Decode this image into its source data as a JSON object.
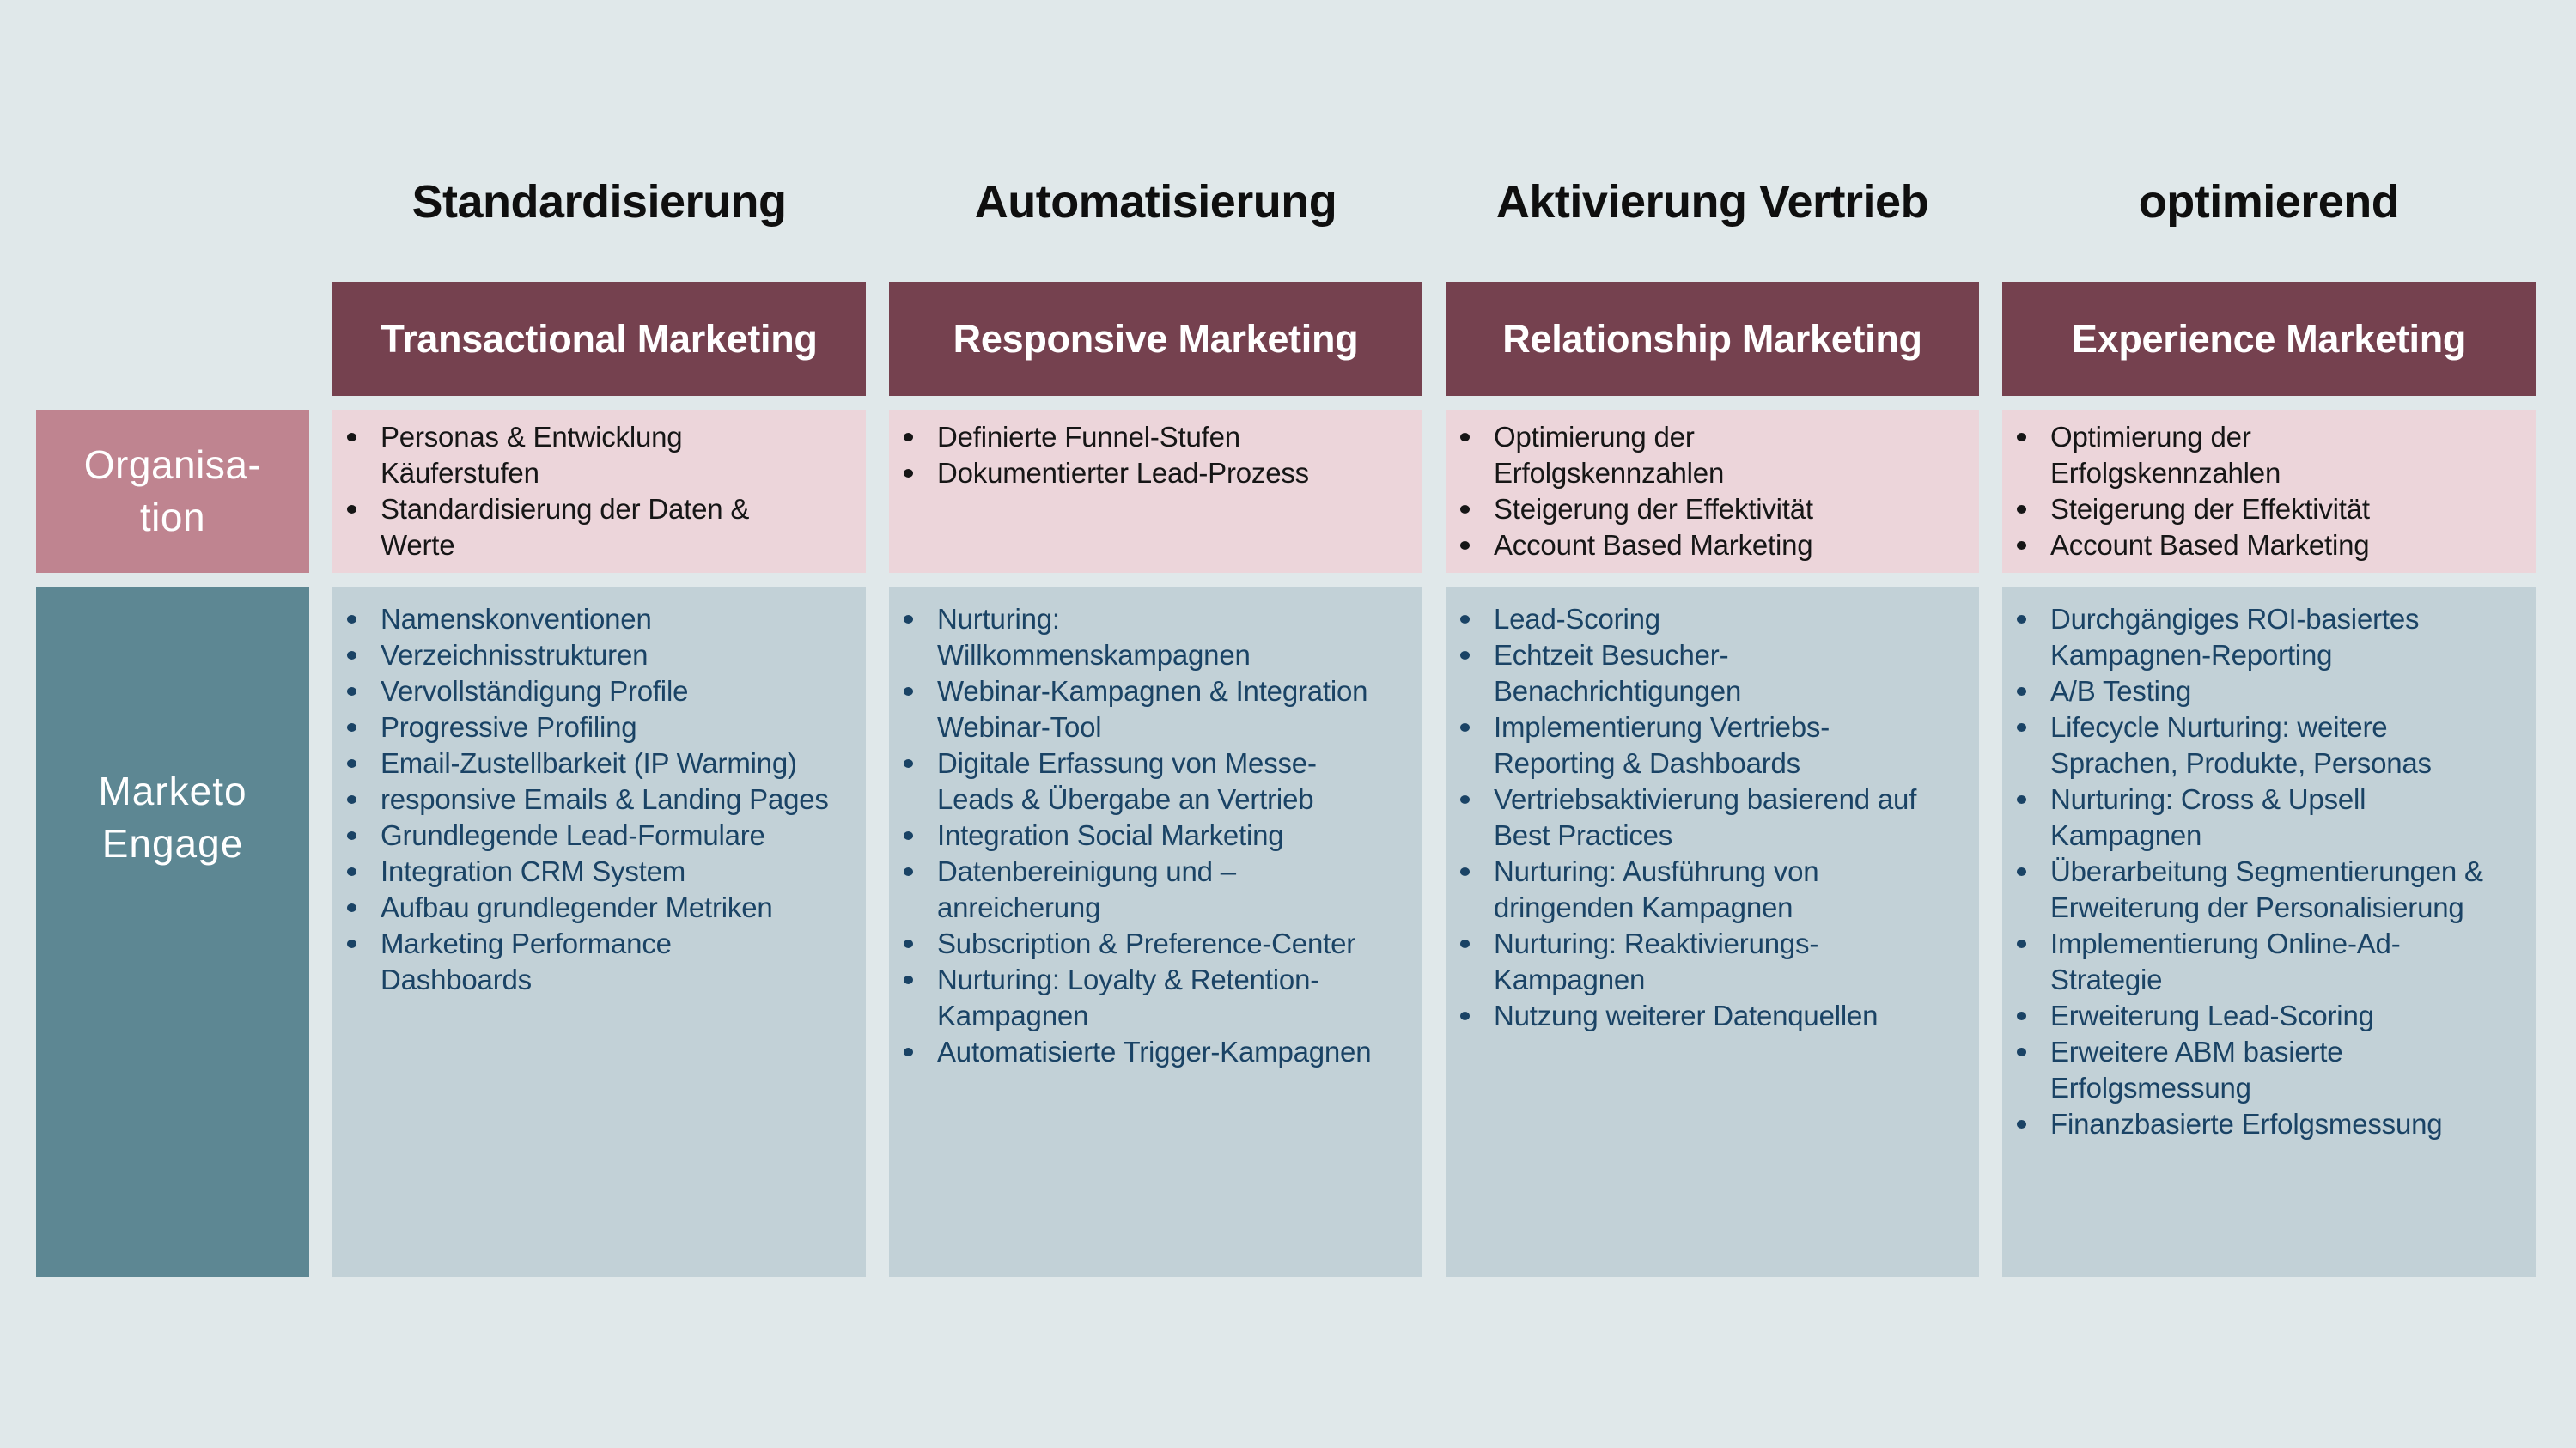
{
  "colors": {
    "page_bg": "#e0e8ea",
    "maroon": "#75414f",
    "rose": "#bf8490",
    "pink": "#ecd5da",
    "teal": "#5d8793",
    "list_bg": "#c2d1d7",
    "navy": "#1a4365"
  },
  "row_labels": {
    "organisation": "Organisa-\ntion",
    "marketo": "Marketo\nEngage"
  },
  "columns": [
    {
      "phase": "Standardisierung",
      "header": "Transactional Marketing",
      "organisation": [
        "Personas &  Entwicklung\nKäuferstufen",
        "Standardisierung der Daten &\nWerte"
      ],
      "marketo": [
        "Namenskonventionen",
        "Verzeichnisstrukturen",
        "Vervollständigung Profile",
        "Progressive Profiling",
        "Email-Zustellbarkeit (IP Warming)",
        "responsive Emails & Landing Pages",
        "Grundlegende Lead-Formulare",
        "Integration CRM System",
        "Aufbau grundlegender Metriken",
        "Marketing Performance\nDashboards"
      ]
    },
    {
      "phase": "Automatisierung",
      "header": "Responsive Marketing",
      "organisation": [
        "Definierte Funnel-Stufen",
        "Dokumentierter Lead-Prozess"
      ],
      "marketo": [
        "Nurturing:\nWillkommenskampagnen",
        "Webinar-Kampagnen & Integration Webinar-Tool",
        "Digitale Erfassung von Messe-\nLeads & Übergabe an Vertrieb",
        "Integration Social Marketing",
        "Datenbereinigung und –\nanreicherung",
        "Subscription & Preference-Center",
        "Nurturing: Loyalty & Retention-Kampagnen",
        "Automatisierte Trigger-Kampagnen"
      ]
    },
    {
      "phase": "Aktivierung Vertrieb",
      "header": "Relationship Marketing",
      "organisation": [
        "Optimierung der\nErfolgskennzahlen",
        "Steigerung der Effektivität",
        "Account Based Marketing"
      ],
      "marketo": [
        "Lead-Scoring",
        "Echtzeit Besucher-\nBenachrichtigungen",
        "Implementierung Vertriebs-\nReporting & Dashboards",
        "Vertriebsaktivierung basierend auf\nBest Practices",
        "Nurturing: Ausführung von\ndringenden Kampagnen",
        "Nurturing: Reaktivierungs-\nKampagnen",
        "Nutzung weiterer Datenquellen"
      ]
    },
    {
      "phase": "optimierend",
      "header": "Experience Marketing",
      "organisation": [
        "Optimierung der\nErfolgskennzahlen",
        "Steigerung der Effektivität",
        "Account Based Marketing"
      ],
      "marketo": [
        "Durchgängiges ROI-basiertes\nKampagnen-Reporting",
        "A/B Testing",
        "Lifecycle Nurturing: weitere\nSprachen, Produkte, Personas",
        "Nurturing: Cross & Upsell\nKampagnen",
        "Überarbeitung Segmentierungen &\nErweiterung der Personalisierung",
        "Implementierung Online-Ad-\nStrategie",
        "Erweiterung Lead-Scoring",
        "Erweitere ABM basierte\nErfolgsmessung",
        "Finanzbasierte Erfolgsmessung"
      ]
    }
  ]
}
